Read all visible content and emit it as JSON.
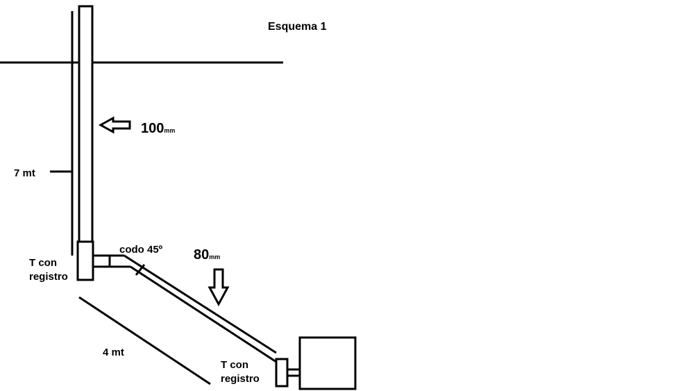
{
  "title": "Esquema 1",
  "labels": {
    "vertical_diameter_value": "100",
    "vertical_diameter_unit": "mm",
    "vertical_height": "7 mt",
    "tee_top_line1": "T con",
    "tee_top_line2": "registro",
    "elbow": "codo 45º",
    "sloped_diameter_value": "80",
    "sloped_diameter_unit": "mm",
    "horizontal_length": "4 mt",
    "tee_bottom_line1": "T con",
    "tee_bottom_line2": "registro"
  },
  "colors": {
    "stroke": "#000000",
    "background": "#ffffff"
  }
}
